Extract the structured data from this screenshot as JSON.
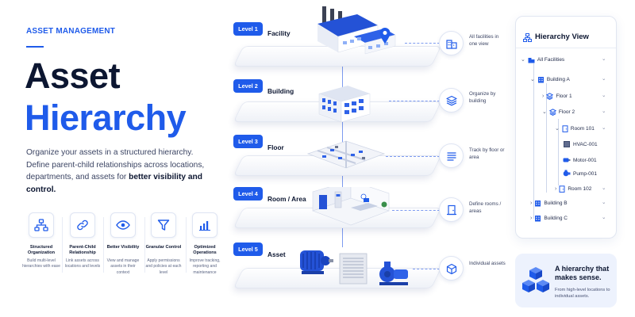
{
  "hero": {
    "eyebrow": "ASSET MANAGEMENT",
    "title_line1": "Asset",
    "title_line2": "Hierarchy",
    "description": "Organize your assets in a structured hierarchy. Define parent-child relationships across locations, departments, and assets for",
    "description_bold": "better visibility and control."
  },
  "features": [
    {
      "icon": "org-chart-icon",
      "title": "Structured Organization",
      "desc": "Build multi-level hierarchies with ease"
    },
    {
      "icon": "link-icon",
      "title": "Parent-Child Relationship",
      "desc": "Link assets across locations and levels"
    },
    {
      "icon": "eye-icon",
      "title": "Better Visibility",
      "desc": "View and manage assets in their context"
    },
    {
      "icon": "filter-icon",
      "title": "Granular Control",
      "desc": "Apply permissions and policies at each level"
    },
    {
      "icon": "bar-chart-icon",
      "title": "Optimized Operations",
      "desc": "Improve tracking, reporting and maintenance"
    }
  ],
  "levels": [
    {
      "badge": "Level 1",
      "name": "Facility",
      "icon": "buildings-icon",
      "caption": "All facilities in one view"
    },
    {
      "badge": "Level 2",
      "name": "Building",
      "icon": "layers-icon",
      "caption": "Organize by building"
    },
    {
      "badge": "Level 3",
      "name": "Floor",
      "icon": "list-icon",
      "caption": "Track by floor or area"
    },
    {
      "badge": "Level 4",
      "name": "Room / Area",
      "icon": "door-icon",
      "caption": "Define rooms / areas"
    },
    {
      "badge": "Level 5",
      "name": "Asset",
      "icon": "cube-icon",
      "caption": "Individual assets"
    }
  ],
  "hierarchy_view": {
    "title": "Hierarchy View",
    "nodes": {
      "all": "All Facilities",
      "building_a": "Building A",
      "floor_1": "Floor 1",
      "floor_2": "Floor 2",
      "room_101": "Room 101",
      "hvac": "HVAC-001",
      "motor": "Motor-001",
      "pump": "Pump-001",
      "room_102": "Room 102",
      "building_b": "Building B",
      "building_c": "Building C"
    }
  },
  "callout": {
    "title": "A hierarchy that makes sense.",
    "subtitle": "From high-level locations to individual assets."
  },
  "colors": {
    "accent": "#1f5bea",
    "dark": "#0c1631",
    "muted": "#5c6684",
    "callout_bg": "#edf2fd"
  }
}
